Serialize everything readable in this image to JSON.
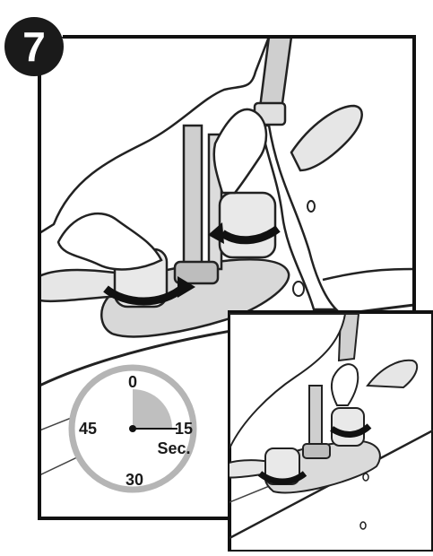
{
  "step_number": "7",
  "timer": {
    "label_top": "0",
    "label_right": "15",
    "label_left": "45",
    "label_bottom": "30",
    "unit": "Sec.",
    "elapsed_fraction": 0.25
  }
}
